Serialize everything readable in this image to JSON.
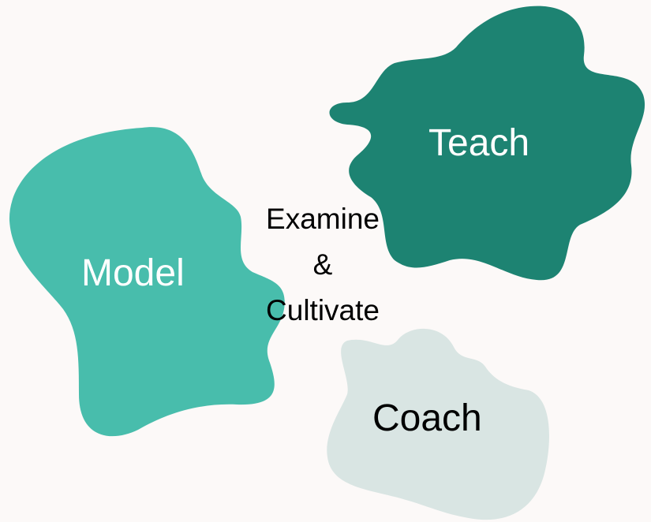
{
  "colors": {
    "background": "#fcf9f8",
    "teach_blob": "#1d8372",
    "model_blob": "#48bdac",
    "coach_blob": "#d9e5e3",
    "dark_text": "#000000",
    "light_text": "#ffffff"
  },
  "labels": {
    "teach": "Teach",
    "model": "Model",
    "coach": "Coach"
  },
  "center": {
    "line1": "Examine",
    "line2": "&",
    "line3": "Cultivate"
  }
}
